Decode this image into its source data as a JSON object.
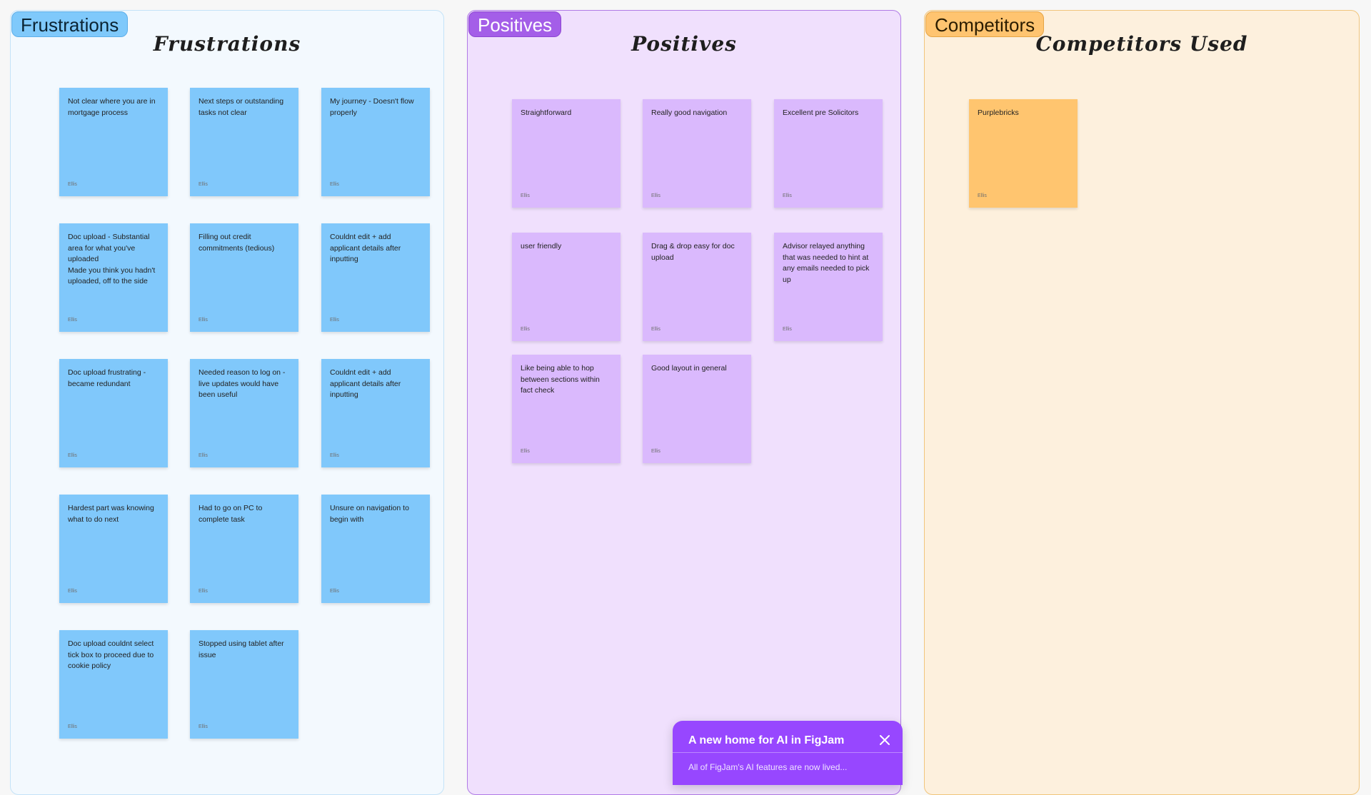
{
  "sections": {
    "frustrations": {
      "tag": "Frustrations",
      "heading": "Frustrations",
      "notes": [
        {
          "text": "Not clear where you are in mortgage process",
          "author": "Ellis"
        },
        {
          "text": "Next steps or outstanding tasks not clear",
          "author": "Ellis"
        },
        {
          "text": "My journey - Doesn't flow properly",
          "author": "Ellis"
        },
        {
          "text": "Doc upload - Substantial area for what you've uploaded\nMade you think you hadn't uploaded, off to the side",
          "author": "Ellis"
        },
        {
          "text": "Filling out credit commitments (tedious)",
          "author": "Ellis"
        },
        {
          "text": "Couldnt edit + add applicant details after inputting",
          "author": "Ellis"
        },
        {
          "text": "Doc upload frustrating - became redundant",
          "author": "Ellis"
        },
        {
          "text": "Needed reason to log on - live updates would have been useful",
          "author": "Ellis"
        },
        {
          "text": "Couldnt edit + add applicant details after inputting",
          "author": "Ellis"
        },
        {
          "text": "Hardest part was knowing what to do next",
          "author": "Ellis"
        },
        {
          "text": "Had to go on PC to complete task",
          "author": "Ellis"
        },
        {
          "text": "Unsure on navigation to begin with",
          "author": "Ellis"
        },
        {
          "text": "Doc upload couldnt select tick box to proceed due to cookie policy",
          "author": "Ellis"
        },
        {
          "text": "Stopped using tablet after issue",
          "author": "Ellis"
        }
      ]
    },
    "positives": {
      "tag": "Positives",
      "heading": "Positives",
      "notes": [
        {
          "text": "Straightforward",
          "author": "Ellis"
        },
        {
          "text": "Really good navigation",
          "author": "Ellis"
        },
        {
          "text": "Excellent pre Solicitors",
          "author": "Ellis"
        },
        {
          "text": "user friendly",
          "author": "Ellis"
        },
        {
          "text": "Drag & drop easy for doc upload",
          "author": "Ellis"
        },
        {
          "text": "Advisor relayed anything that was needed to hint at any emails needed to pick up",
          "author": "Ellis"
        },
        {
          "text": "Like being able to hop between sections within fact check",
          "author": "Ellis"
        },
        {
          "text": "Good layout in general",
          "author": "Ellis"
        }
      ]
    },
    "competitors": {
      "tag": "Competitors",
      "heading": "Competitors Used",
      "notes": [
        {
          "text": "Purplebricks",
          "author": "Ellis"
        }
      ]
    }
  },
  "banner": {
    "title": "A new home for AI in FigJam",
    "subtitle": "All of FigJam's AI features are now lived..."
  },
  "colors": {
    "frustrations_note": "#80c8fb",
    "positives_note": "#dab9fd",
    "competitors_note": "#ffc56f",
    "banner": "#9747ff"
  },
  "icons": {
    "banner_close": "close-icon"
  }
}
